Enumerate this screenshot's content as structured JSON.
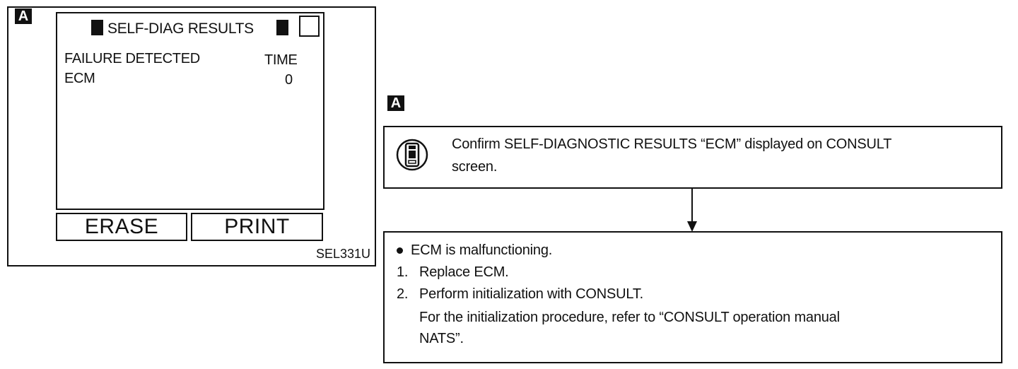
{
  "left_panel": {
    "tag": "A",
    "screen": {
      "title": "SELF-DIAG RESULTS",
      "col_failure": "FAILURE DETECTED",
      "col_time": "TIME",
      "row_item": "ECM",
      "row_time": "0"
    },
    "buttons": {
      "erase": "ERASE",
      "print": "PRINT"
    },
    "figure_code": "SEL331U"
  },
  "right_panel": {
    "tag": "A",
    "step1": {
      "icon": "consult-tester-icon",
      "line1": "Confirm SELF-DIAGNOSTIC RESULTS “ECM” displayed on CONSULT",
      "line2": "screen."
    },
    "result": {
      "bullet": "ECM is malfunctioning.",
      "item1_num": "1.",
      "item1": "Replace ECM.",
      "item2_num": "2.",
      "item2": "Perform initialization with CONSULT.",
      "note1": "For the initialization procedure, refer to “CONSULT operation manual",
      "note2": "NATS”."
    }
  }
}
